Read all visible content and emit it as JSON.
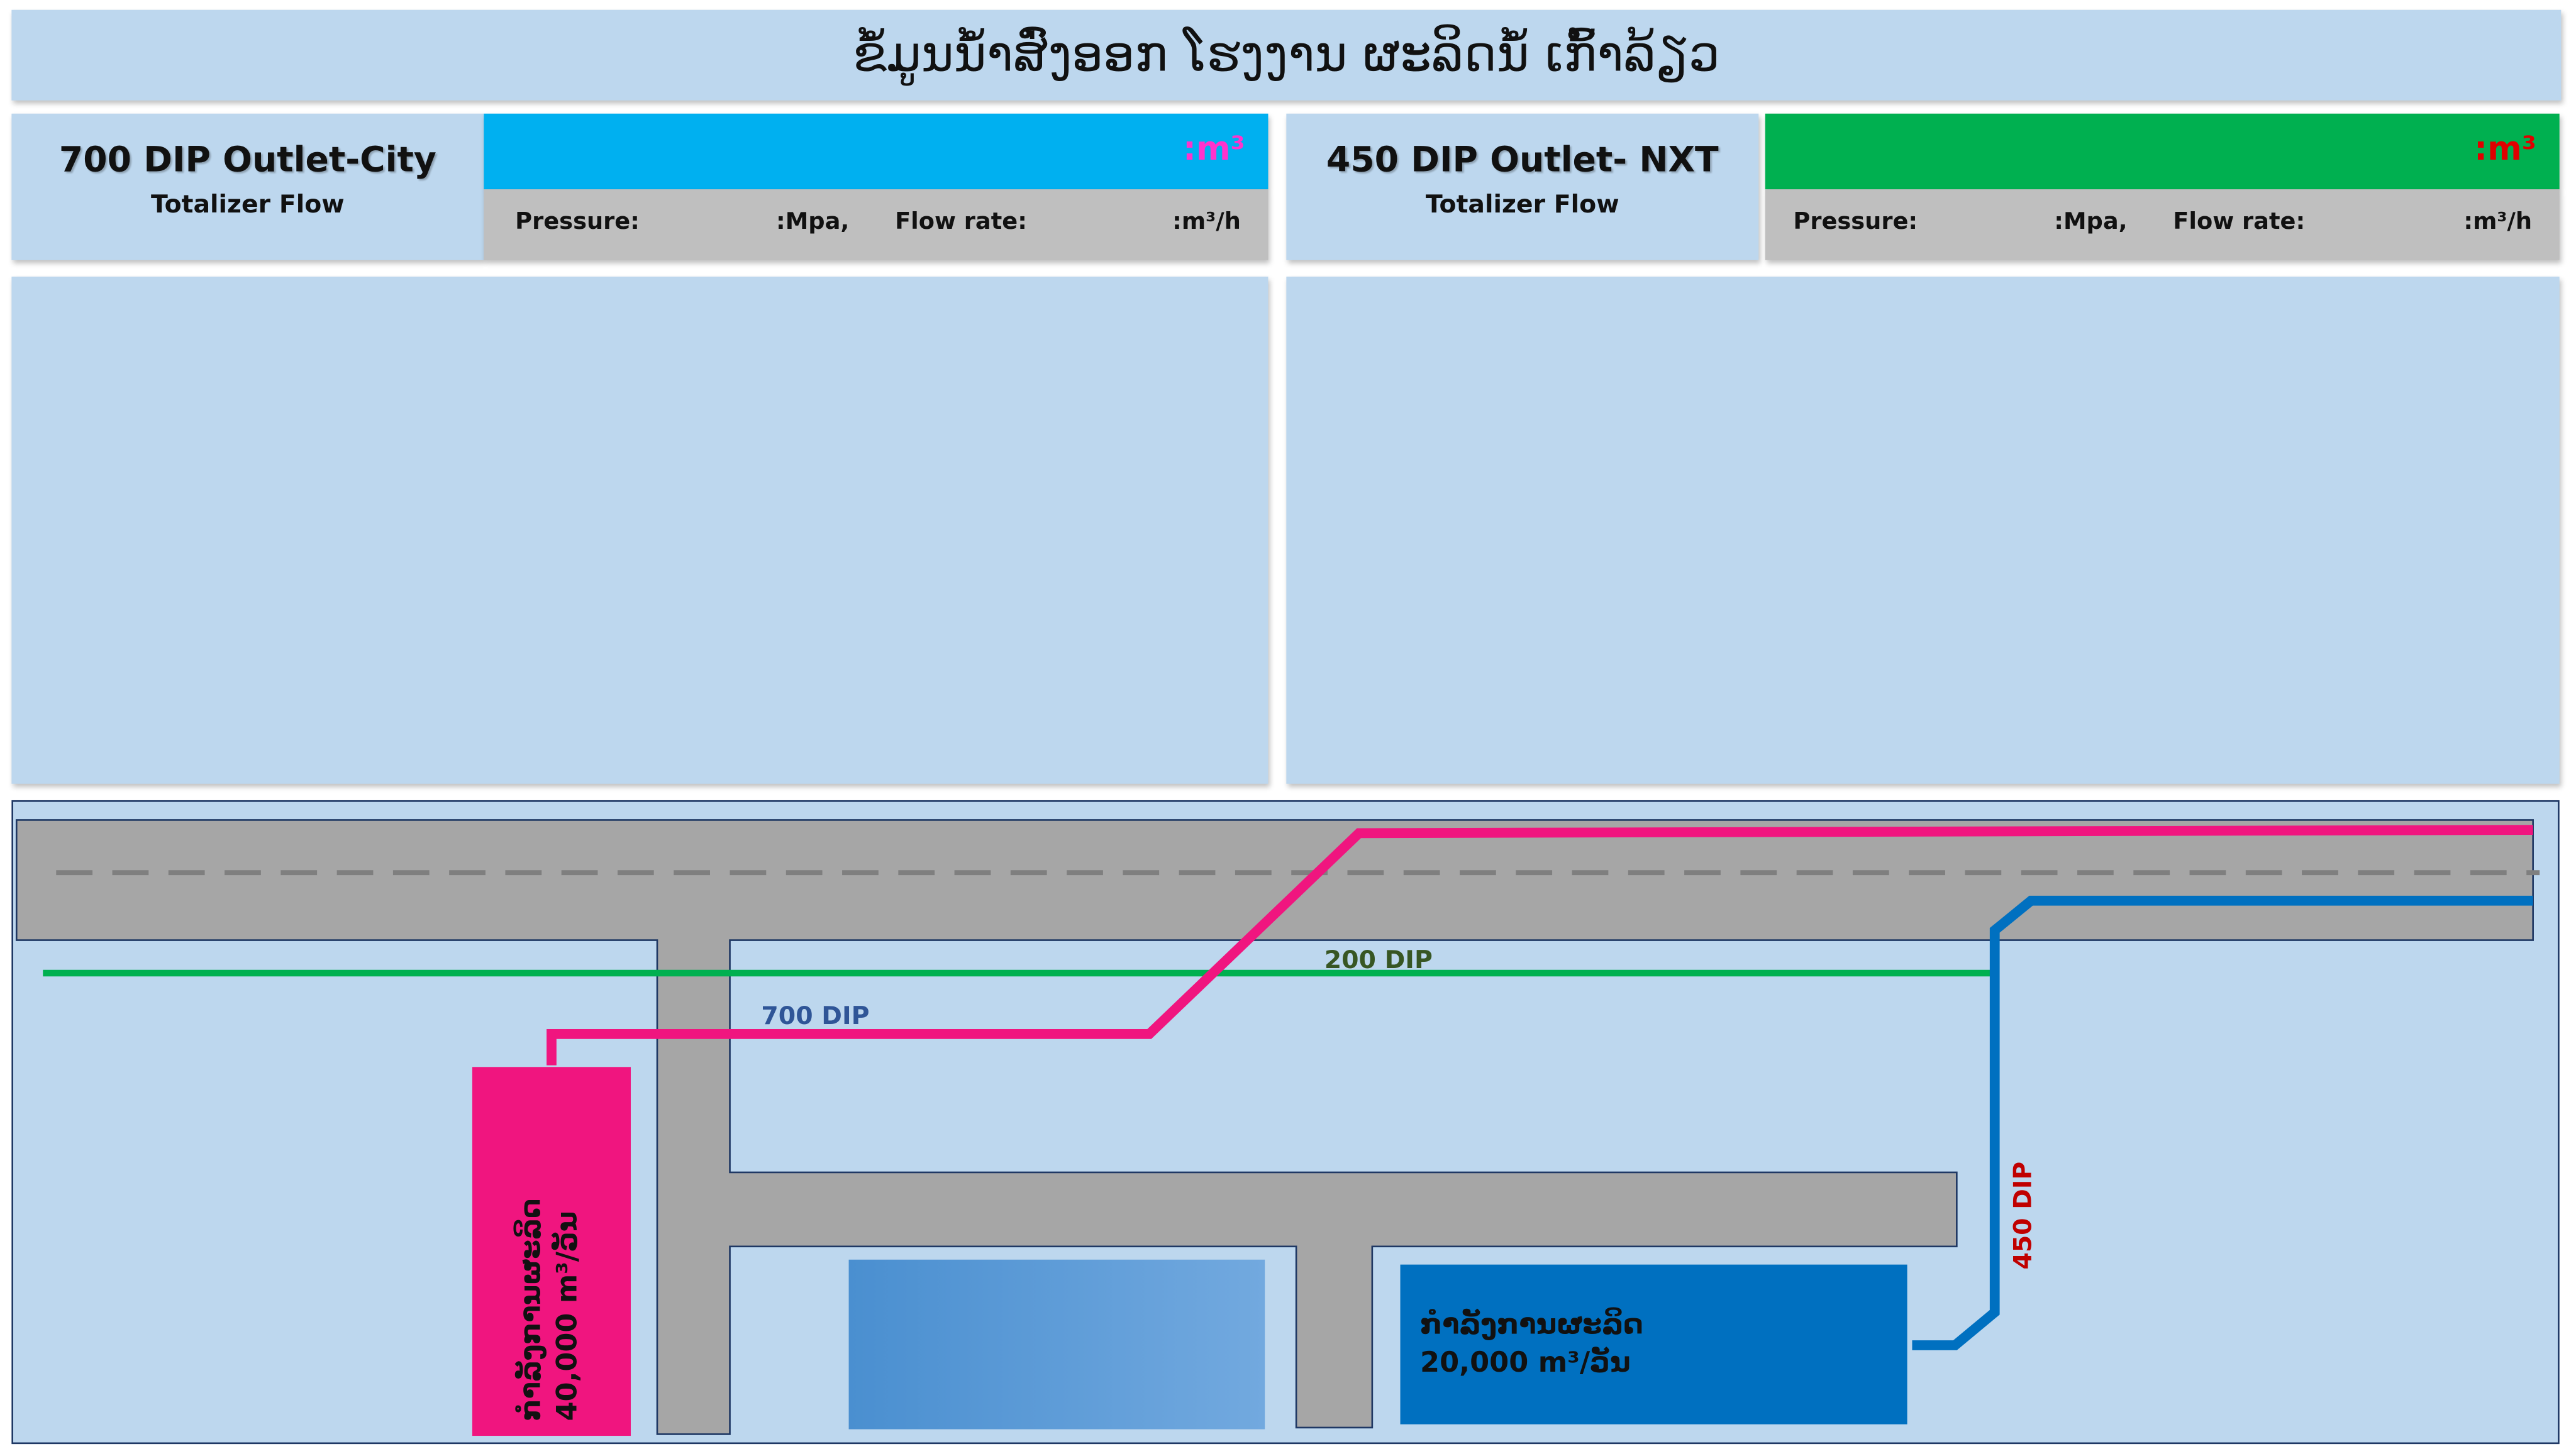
{
  "header": {
    "title": "ຂໍ້ມູນນໍ້າສົ່ງອອກ ໂຮງງານ ຜະລິດນໍ້ ເກົ້າລ້ຽວ"
  },
  "meters": [
    {
      "name": "700 DIP Outlet-City",
      "subtitle": "Totalizer Flow",
      "totalizer_unit": ":m³",
      "totalizer_value": "",
      "bar_color": "#00b0f0",
      "unit_color": "#ff33cc",
      "pressure_label": "Pressure:",
      "pressure_unit": ":Mpa,",
      "flow_label": "Flow rate:",
      "flow_unit": ":m³/h"
    },
    {
      "name": "450 DIP Outlet- NXT",
      "subtitle": "Totalizer Flow",
      "totalizer_unit": ":m³",
      "totalizer_value": "",
      "bar_color": "#00b050",
      "unit_color": "#e00000",
      "pressure_label": "Pressure:",
      "pressure_unit": ":Mpa,",
      "flow_label": "Flow rate:",
      "flow_unit": ":m³/h"
    }
  ],
  "schematic": {
    "pipe_700_label": "700 DIP",
    "pipe_200_label": "200 DIP",
    "pipe_450_label": "450 DIP",
    "plant_1": {
      "line1": "ກໍາລັງການຜະລິດ",
      "line2": "40,000 m³/ວັນ",
      "color": "#f0157f"
    },
    "plant_2": {
      "line1": "ກໍາລັງການຜະລິດ",
      "line2": "20,000 m³/ວັນ",
      "color": "#0070c0"
    },
    "colors": {
      "road": "#a6a6a6",
      "pipe_700": "#f0157f",
      "pipe_450": "#0070c0",
      "pipe_200": "#00b050",
      "label_700": "#2f5597",
      "label_200": "#375623",
      "label_450": "#c00000"
    }
  }
}
